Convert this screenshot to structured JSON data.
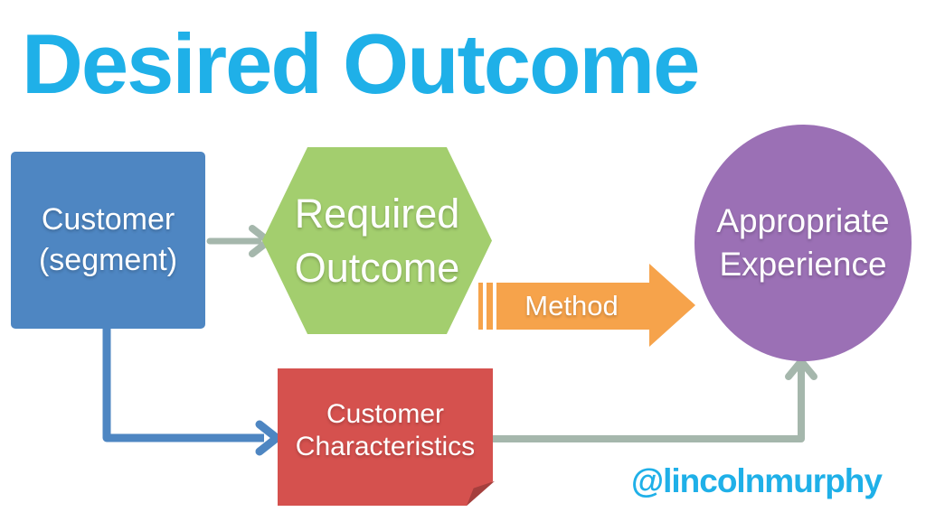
{
  "slide": {
    "title": "Desired Outcome",
    "credit": "@lincolnmurphy",
    "background_color": "#FFFFFF",
    "title_color": "#1FB0E8"
  },
  "nodes": {
    "customer_segment": {
      "shape": "rounded-square",
      "color": "#4E86C2",
      "line1": "Customer",
      "line2": "(segment)"
    },
    "required_outcome": {
      "shape": "hexagon",
      "color": "#A3CE6E",
      "line1": "Required",
      "line2": "Outcome"
    },
    "method_arrow": {
      "shape": "striped-right-arrow",
      "color": "#F6A34B",
      "label": "Method"
    },
    "appropriate_experience": {
      "shape": "circle",
      "color": "#9B70B5",
      "line1": "Appropriate",
      "line2": "Experience"
    },
    "customer_characteristics": {
      "shape": "folded-corner-note",
      "color": "#D5514E",
      "fold_color": "#A53F3D",
      "line1": "Customer",
      "line2": "Characteristics"
    }
  },
  "connectors": [
    {
      "from": "customer_segment",
      "to": "required_outcome",
      "style": "straight-right",
      "color": "#A5B7AC"
    },
    {
      "from": "customer_segment",
      "to": "customer_characteristics",
      "style": "elbow-down-right",
      "color": "#4E86C2"
    },
    {
      "from": "customer_characteristics",
      "to": "appropriate_experience",
      "style": "elbow-right-up",
      "color": "#A5B7AC"
    }
  ]
}
